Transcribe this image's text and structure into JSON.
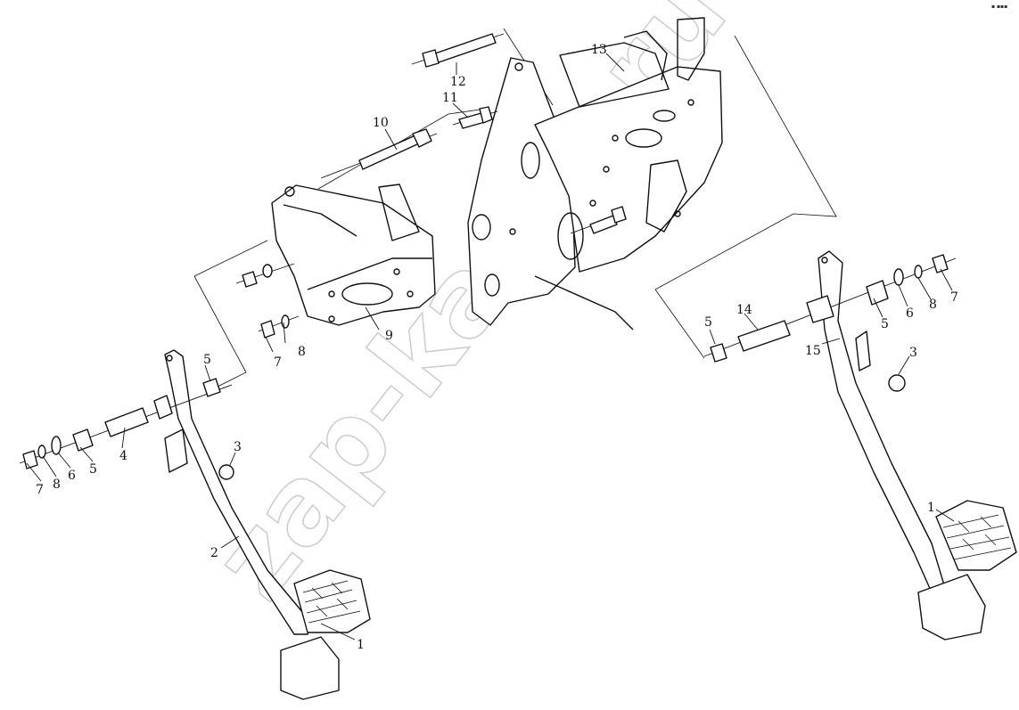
{
  "watermark": "zap-kama.ru",
  "corner_mark": "▪ ▪▪▪",
  "callouts": [
    {
      "id": "c12",
      "text": "12"
    },
    {
      "id": "c11",
      "text": "11"
    },
    {
      "id": "c13",
      "text": "13"
    },
    {
      "id": "c10",
      "text": "10"
    },
    {
      "id": "c9",
      "text": "9"
    },
    {
      "id": "c8a",
      "text": "8"
    },
    {
      "id": "c7a",
      "text": "7"
    },
    {
      "id": "c5a",
      "text": "5"
    },
    {
      "id": "c3a",
      "text": "3"
    },
    {
      "id": "c4",
      "text": "4"
    },
    {
      "id": "c5b",
      "text": "5"
    },
    {
      "id": "c6a",
      "text": "6"
    },
    {
      "id": "c8b",
      "text": "8"
    },
    {
      "id": "c7b",
      "text": "7"
    },
    {
      "id": "c2",
      "text": "2"
    },
    {
      "id": "c1a",
      "text": "1"
    },
    {
      "id": "c14",
      "text": "14"
    },
    {
      "id": "c5c",
      "text": "5"
    },
    {
      "id": "c15",
      "text": "15"
    },
    {
      "id": "c5d",
      "text": "5"
    },
    {
      "id": "c6b",
      "text": "6"
    },
    {
      "id": "c8c",
      "text": "8"
    },
    {
      "id": "c7c",
      "text": "7"
    },
    {
      "id": "c3b",
      "text": "3"
    },
    {
      "id": "c1b",
      "text": "1"
    }
  ]
}
